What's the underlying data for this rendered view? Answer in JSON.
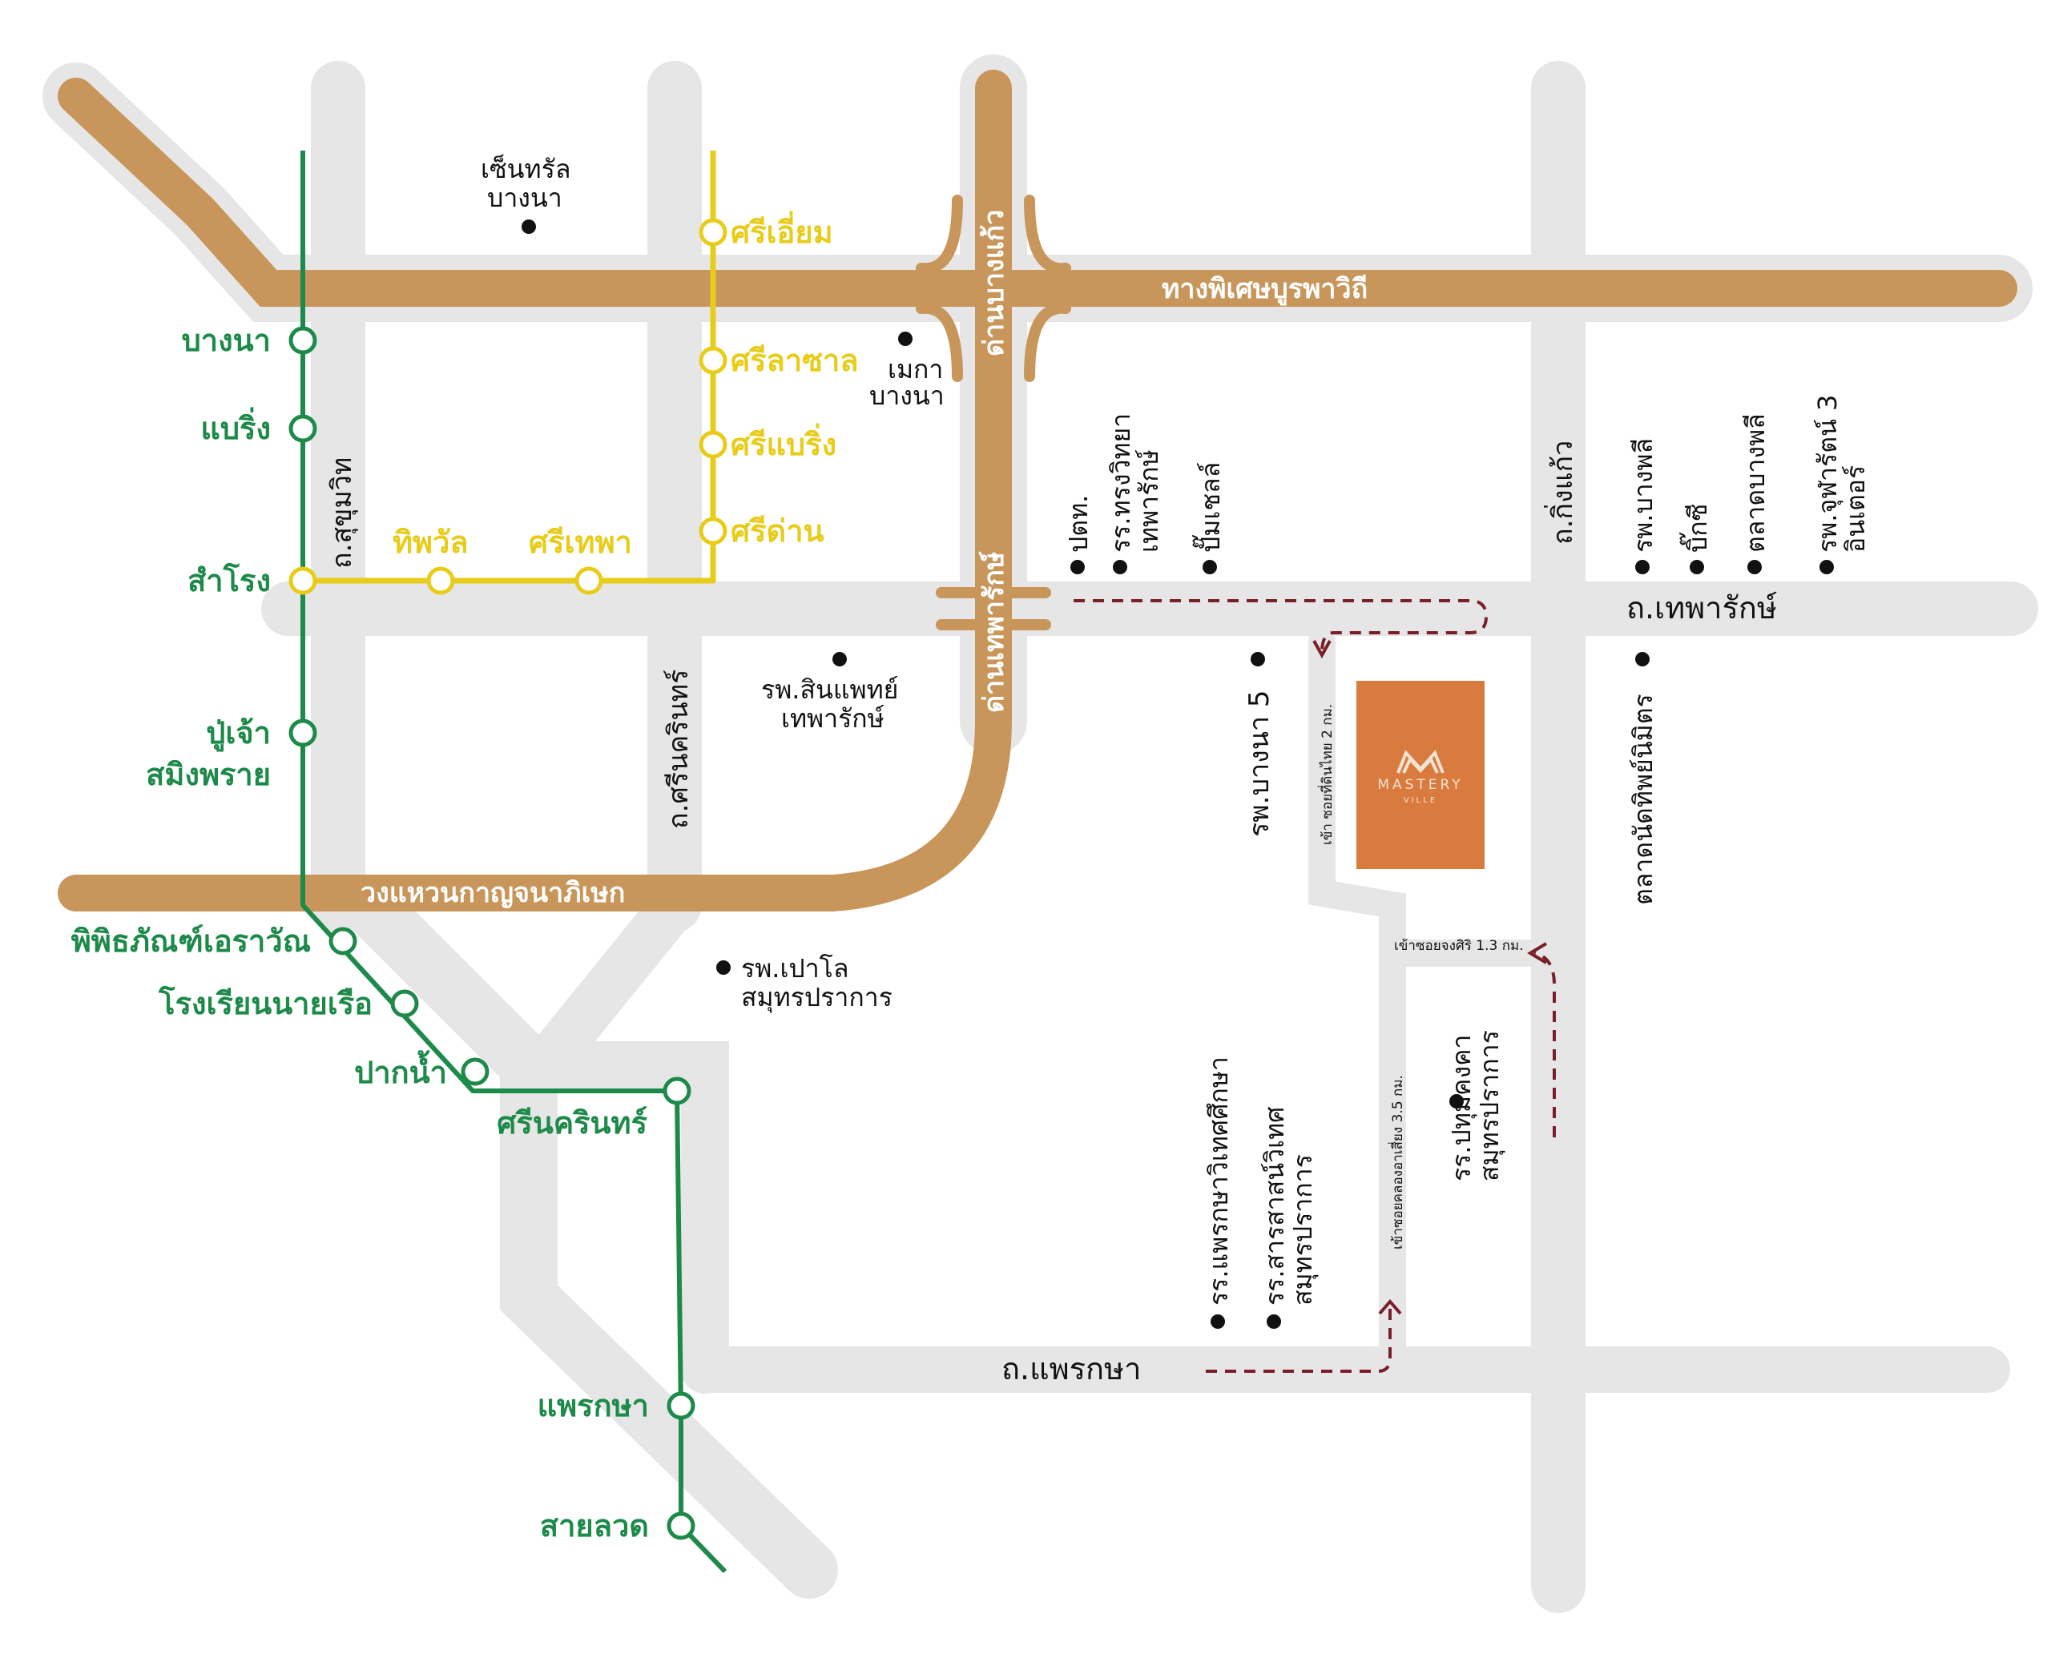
{
  "highways": {
    "north": "ทางพิเศษบูรพาวิถี",
    "ring": "วงแหวนกาญจนาภิเษก",
    "toll_bangkaeo": "ด่านบางแก้ว",
    "toll_theparak": "ด่านเทพารักษ์"
  },
  "roads": {
    "sukhumvit": "ถ.สุขุมวิท",
    "srinakarin": "ถ.ศรีนครินทร์",
    "kingkaeo": "ถ.กิ่งแก้ว",
    "theparak": "ถ.เทพารักษ์",
    "praeksa": "ถ.แพรกษา",
    "bangna5": "รพ.บางนา 5"
  },
  "green_line": {
    "color": "#1e8a4a",
    "stations": [
      "บางนา",
      "แบริ่ง",
      "สำโรง",
      "ปู่เจ้า",
      "สมิงพราย",
      "พิพิธภัณฑ์เอราวัณ",
      "โรงเรียนนายเรือ",
      "ปากน้ำ",
      "ศรีนครินทร์",
      "แพรกษา",
      "สายลวด"
    ]
  },
  "yellow_line": {
    "color": "#e8cc1a",
    "stations": [
      "ศรีเอี่ยม",
      "ศรีลาซาล",
      "ศรีแบริ่ง",
      "ศรีด่าน",
      "ทิพวัล",
      "ศรีเทพา"
    ]
  },
  "places": {
    "central_1": "เซ็นทรัล",
    "central_2": "บางนา",
    "mega_1": "เมกา",
    "mega_2": "บางนา",
    "samitivej_1": "รพ.สินแพทย์",
    "samitivej_2": "เทพารักษ์",
    "paolo_1": "รพ.เปาโล",
    "paolo_2": "สมุทรปราการ",
    "ptt": "ปตท.",
    "songwit_1": "รร.ทรงวิทยา",
    "songwit_2": "เทพารักษ์",
    "pumpcell": "ปั๊มเชลล์",
    "bangphli_hosp": "รพ.บางพลี",
    "bigc": "บิ๊กซี",
    "bangphli_market": "ตลาดบางพลี",
    "chularat_1": "รพ.จุฬารัตน์ 3",
    "chularat_2": "อินเตอร์",
    "nat_market": "ตลาดนัดทิพย์นิมิตร",
    "praeksa_school": "รร.แพรกษาวิเทศศึกษา",
    "sarasas_1": "รร.สารสาสน์วิเทศ",
    "sarasas_2": "สมุทรปราการ",
    "pathumkongka_1": "รร.ปทุมคงคา",
    "pathumkongka_2": "สมุทรปราการ"
  },
  "directions": {
    "soi_tindin": "เข้า ซอยที่ดินไทย 2 กม.",
    "soi_jongsiri": "เข้าซอยจงศิริ 1.3 กม.",
    "soi_khlong": "เข้าซอยคลองอาเสี่ยง 3.5 กม."
  },
  "project": {
    "brand": "MASTERY",
    "sub": "VILLE",
    "color": "#d97b3e"
  },
  "colors": {
    "highway": "#c8965a",
    "road": "#e6e6e6",
    "route": "#7a1f2a",
    "text": "#111111"
  }
}
